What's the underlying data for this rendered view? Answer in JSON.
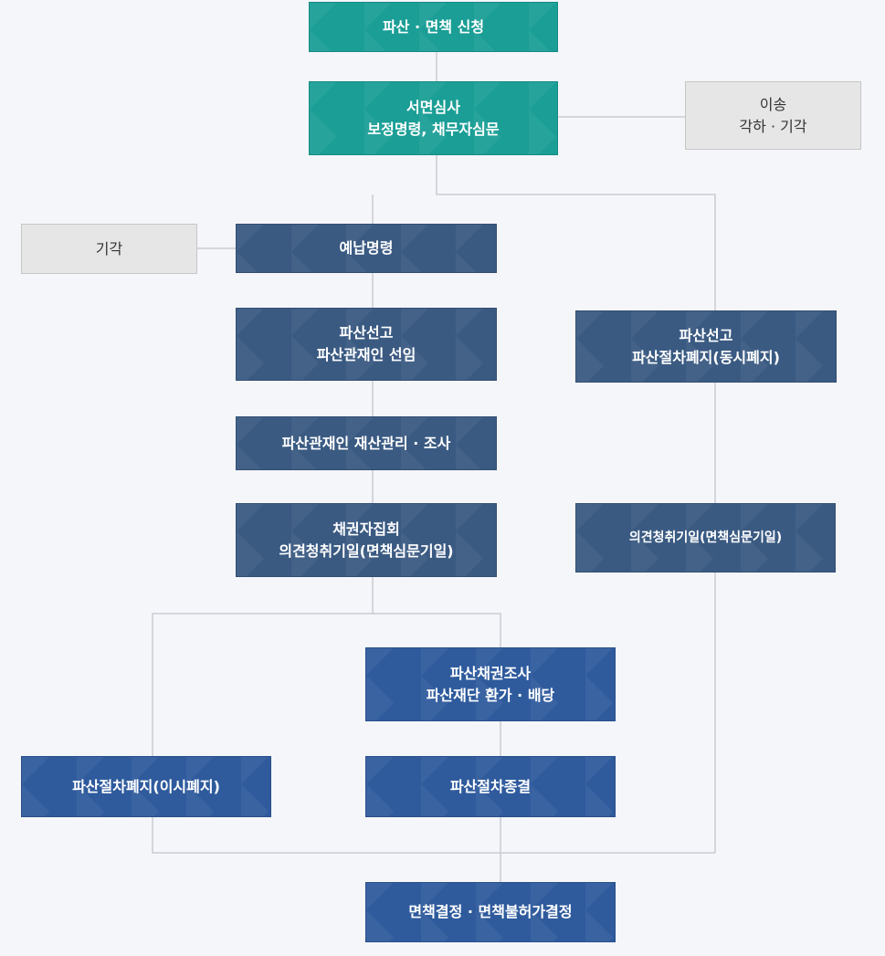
{
  "diagram": {
    "nodes": {
      "apply": {
        "lines": [
          "파산 · 면책 신청"
        ]
      },
      "review": {
        "lines": [
          "서면심사",
          "보정명령, 채무자심문"
        ]
      },
      "transfer": {
        "lines": [
          "이송",
          "각하 · 기각"
        ]
      },
      "dismiss": {
        "lines": [
          "기각"
        ]
      },
      "prepay": {
        "lines": [
          "예납명령"
        ]
      },
      "declare_trustee": {
        "lines": [
          "파산선고",
          "파산관재인 선임"
        ]
      },
      "declare_simul": {
        "lines": [
          "파산선고",
          "파산절차폐지(동시폐지)"
        ]
      },
      "trustee_manage": {
        "lines": [
          "파산관재인 재산관리 · 조사"
        ]
      },
      "creditors_meeting": {
        "lines": [
          "채권자집회",
          "의견청취기일(면책심문기일)"
        ]
      },
      "opinion_hearing": {
        "lines": [
          "의견청취기일(면책심문기일)"
        ]
      },
      "claims_investigation": {
        "lines": [
          "파산채권조사",
          "파산재단 환가 · 배당"
        ]
      },
      "abolish_later": {
        "lines": [
          "파산절차폐지(이시폐지)"
        ]
      },
      "terminate": {
        "lines": [
          "파산절차종결"
        ]
      },
      "discharge_decision": {
        "lines": [
          "면책결정 · 면책불허가결정"
        ]
      }
    }
  }
}
